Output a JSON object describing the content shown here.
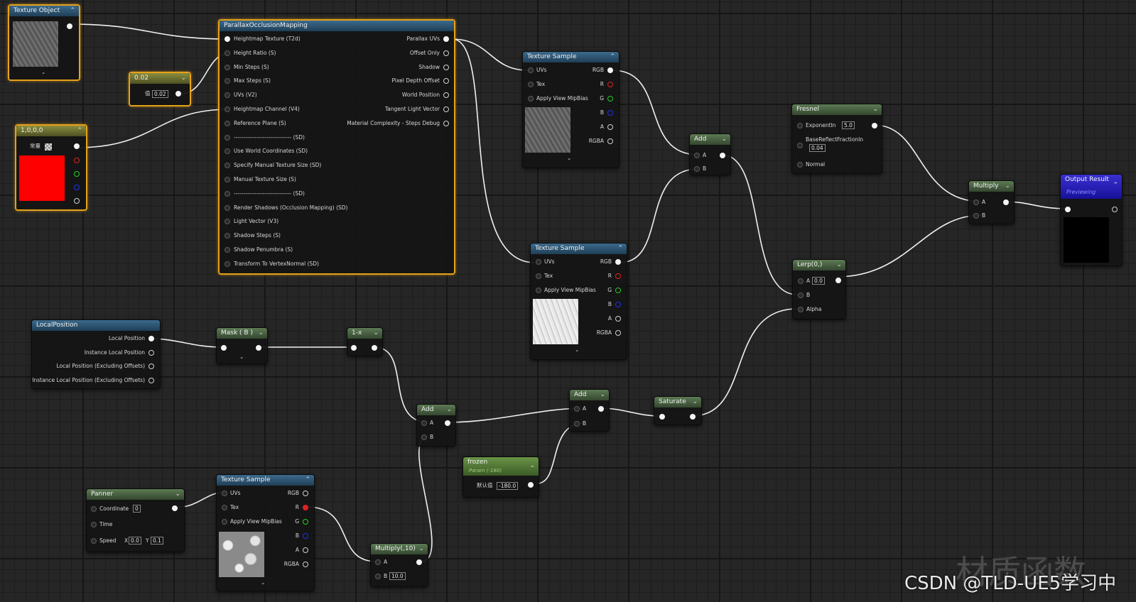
{
  "texture_object": {
    "title": "Texture Object"
  },
  "const_002": {
    "title": "0.02",
    "label": "值",
    "value": "0.02"
  },
  "const_vec": {
    "title": "1,0,0,0",
    "label": "常量"
  },
  "pom": {
    "title": "ParallaxOcclusionMapping",
    "inputs": [
      "Heightmap Texture (T2d)",
      "Height Ratio (S)",
      "Min Steps (S)",
      "Max Steps (S)",
      "UVs (V2)",
      "Heightmap Channel (V4)",
      "Reference Plane (S)",
      "------------------------------ (SD)",
      "Use World Coordinates (SD)",
      "Specify Manual Texture Size (SD)",
      "Manual Texture Size (S)",
      "------------------------------ (SD)",
      "Render Shadows (Occlusion Mapping) (SD)",
      "Light Vector (V3)",
      "Shadow Steps (S)",
      "Shadow Penumbra (S)",
      "Transform To VertexNormal (SD)"
    ],
    "outputs": [
      "Parallax UVs",
      "Offset Only",
      "Shadow",
      "Pixel Depth Offset",
      "World Position",
      "Tangent Light Vector",
      "Material Complexity - Steps Debug"
    ]
  },
  "tex_sample_1": {
    "title": "Texture Sample",
    "inputs": [
      "UVs",
      "Tex",
      "Apply View MipBias"
    ],
    "outputs": [
      "RGB",
      "R",
      "G",
      "B",
      "A",
      "RGBA"
    ]
  },
  "tex_sample_2": {
    "title": "Texture Sample",
    "inputs": [
      "UVs",
      "Tex",
      "Apply View MipBias"
    ],
    "outputs": [
      "RGB",
      "R",
      "G",
      "B",
      "A",
      "RGBA"
    ]
  },
  "tex_sample_3": {
    "title": "Texture Sample",
    "inputs": [
      "UVs",
      "Tex",
      "Apply View MipBias"
    ],
    "outputs": [
      "RGB",
      "R",
      "G",
      "B",
      "A",
      "RGBA"
    ]
  },
  "add_top": {
    "title": "Add",
    "a": "A",
    "b": "B"
  },
  "fresnel": {
    "title": "Fresnel",
    "exp_label": "ExponentIn",
    "exp_value": "5.0",
    "base_label": "BaseReflectFractionIn",
    "base_value": "0.04",
    "normal_label": "Normal"
  },
  "multiply_top": {
    "title": "Multiply",
    "a": "A",
    "b": "B"
  },
  "output": {
    "title": "Output Result",
    "subtitle": "Previewing"
  },
  "lerp": {
    "title": "Lerp(0,)",
    "a": "A",
    "a_value": "0.0",
    "b": "B",
    "alpha": "Alpha"
  },
  "local_position": {
    "title": "LocalPosition",
    "outputs": [
      "Local Position",
      "Instance Local Position",
      "Local Position (Excluding Offsets)",
      "Instance Local Position (Excluding Offsets)"
    ]
  },
  "mask": {
    "title": "Mask ( B )"
  },
  "one_minus": {
    "title": "1-x"
  },
  "add_mid": {
    "title": "Add",
    "a": "A",
    "b": "B"
  },
  "add_low": {
    "title": "Add",
    "a": "A",
    "b": "B"
  },
  "saturate": {
    "title": "Saturate"
  },
  "frozen": {
    "title": "frozen",
    "subtitle": "Param (-180)",
    "label": "默认值",
    "value": "-180.0"
  },
  "panner": {
    "title": "Panner",
    "coord_label": "Coordinate",
    "coord_value": "0",
    "time_label": "Time",
    "speed_label": "Speed",
    "speed_x_label": "X",
    "speed_x": "0.0",
    "speed_y_label": "Y",
    "speed_y": "0.1"
  },
  "multiply_low": {
    "title": "Multiply(,10)",
    "a": "A",
    "b": "B",
    "b_value": "10.0"
  },
  "watermark": {
    "text": "CSDN @TLD-UE5学习中",
    "bg_text": "材质函数"
  }
}
